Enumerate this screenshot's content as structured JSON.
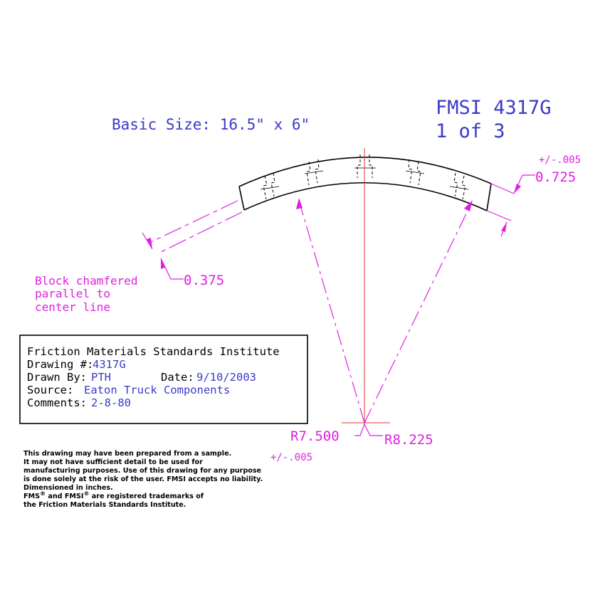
{
  "header": {
    "basic_size": "Basic Size: 16.5\" x 6\"",
    "part_number": "FMSI 4317G",
    "sheet": "1 of 3"
  },
  "dimensions": {
    "thickness_tol": "+/-.005",
    "thickness": "0.725",
    "chamfer": "0.375",
    "inner_radius": "R7.500",
    "outer_radius": "R8.225",
    "radius_tol": "+/-.005"
  },
  "note": {
    "line1": "Block chamfered",
    "line2": "parallel to",
    "line3": "center line"
  },
  "title_block": {
    "institute": "Friction Materials Standards Institute",
    "drawing_label": "Drawing #:",
    "drawing_value": "4317G",
    "drawn_by_label": "Drawn By:",
    "drawn_by_value": "PTH",
    "date_label": "Date:",
    "date_value": "9/10/2003",
    "source_label": "Source:",
    "source_value": "Eaton Truck Components",
    "comments_label": "Comments:",
    "comments_value": "2-8-80"
  },
  "disclaimer": {
    "line1": "This drawing may have been prepared from a sample.",
    "line2": "It may not have sufficient detail to be used for",
    "line3": "manufacturing purposes.  Use of this drawing for any purpose",
    "line4": "is done solely at the risk of the user. FMSI accepts no liability.",
    "line5": "Dimensioned in inches.",
    "line6a": "FMS",
    "line6b": " and FMSI",
    "line6c": " are registered trademarks of",
    "line7": "the Friction Materials Standards Institute.",
    "reg_mark": "®"
  },
  "colors": {
    "line": "#000000",
    "dimension": "#e020e0",
    "text_blue": "#3a3ac8",
    "center_line": "#e03030"
  }
}
